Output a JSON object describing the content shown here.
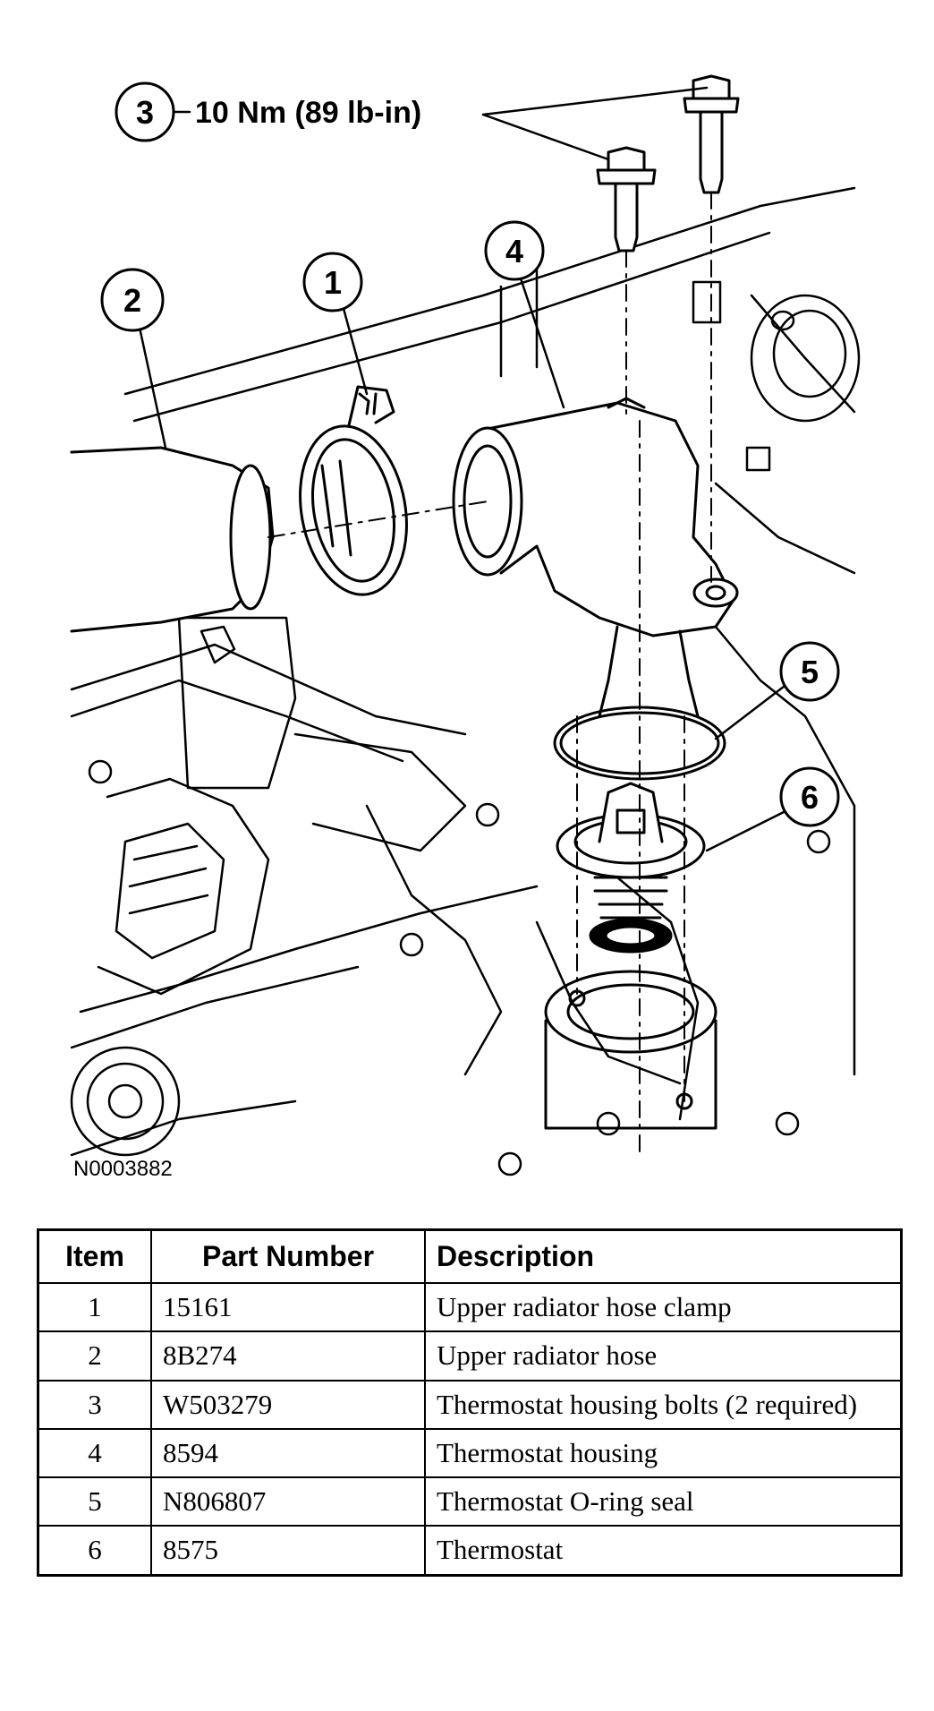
{
  "figure": {
    "torque_callout": {
      "item": "3",
      "text": "10 Nm (89 lb-in)"
    },
    "callouts": [
      {
        "number": "1"
      },
      {
        "number": "2"
      },
      {
        "number": "4"
      },
      {
        "number": "5"
      },
      {
        "number": "6"
      }
    ],
    "figure_id": "N0003882"
  },
  "table": {
    "headers": {
      "item": "Item",
      "part_number": "Part Number",
      "description": "Description"
    },
    "rows": [
      {
        "item": "1",
        "part_number": "15161",
        "description": "Upper radiator hose clamp"
      },
      {
        "item": "2",
        "part_number": "8B274",
        "description": "Upper radiator hose"
      },
      {
        "item": "3",
        "part_number": "W503279",
        "description": "Thermostat housing bolts (2 required)"
      },
      {
        "item": "4",
        "part_number": "8594",
        "description": "Thermostat housing"
      },
      {
        "item": "5",
        "part_number": "N806807",
        "description": "Thermostat O-ring seal"
      },
      {
        "item": "6",
        "part_number": "8575",
        "description": "Thermostat"
      }
    ]
  }
}
